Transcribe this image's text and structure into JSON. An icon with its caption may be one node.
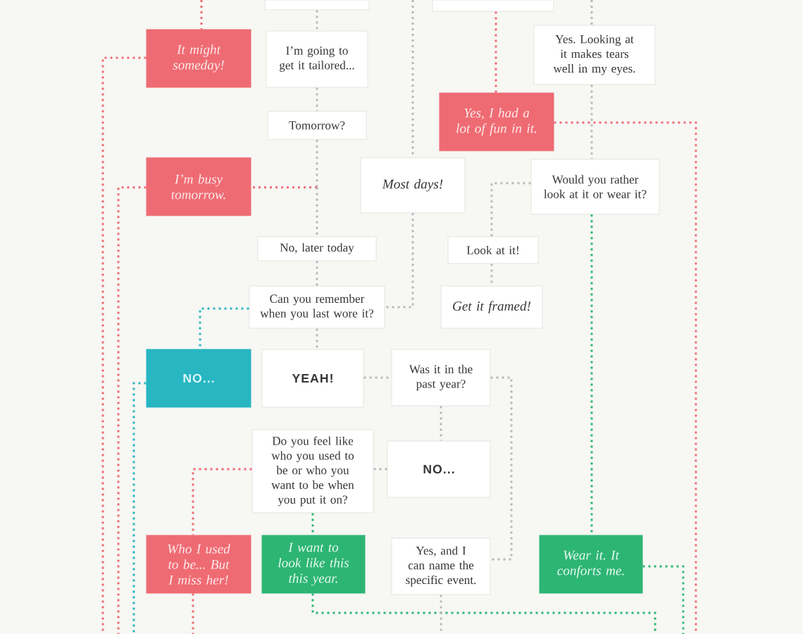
{
  "diagram": {
    "nodes": [
      {
        "text": [],
        "shape": "box"
      },
      {
        "text": [],
        "shape": "box"
      },
      {
        "text": [
          "It might someday!"
        ]
      },
      {
        "text": [
          "I’m going to get it tailored..."
        ]
      },
      {
        "text": [
          "Yes. Looking at it makes tears well in my eyes."
        ]
      },
      {
        "text": [
          "Yes, I had a lot of fun in it."
        ]
      },
      {
        "text": [
          "Tomorrow?"
        ]
      },
      {
        "text": [
          "I’m busy tomorrow."
        ]
      },
      {
        "text": [
          "Most days!"
        ]
      },
      {
        "text": [
          "Would you rather look at it or wear it?"
        ]
      },
      {
        "text": [
          "No, later today"
        ]
      },
      {
        "text": [
          "Look at it!"
        ]
      },
      {
        "text": [
          "Can you remember when you last wore it?"
        ]
      },
      {
        "text": [
          "Get it framed!"
        ]
      },
      {
        "text": [
          "NO..."
        ]
      },
      {
        "text": [
          "YEAH!"
        ]
      },
      {
        "text": [
          "Was it in the past year?"
        ]
      },
      {
        "text": [
          "Do you feel like who you used to be or who you want to be when you put it on?"
        ]
      },
      {
        "text": [
          "NO..."
        ]
      },
      {
        "text": [
          "Who I used to be... But I miss her!"
        ]
      },
      {
        "text": [
          "I want to look like this this year."
        ]
      },
      {
        "text": [
          "Yes, and I can name the specific event."
        ]
      },
      {
        "text": [
          "Wear it. It conforts me."
        ]
      }
    ],
    "edges": [
      {
        "from": null,
        "to": 2,
        "arrow": "none",
        "color": "#ef6b73"
      },
      {
        "from": 2,
        "to": null,
        "arrow": "none",
        "color": "#ef6b73"
      },
      {
        "from": 0,
        "to": 3,
        "arrow": "none"
      },
      {
        "from": 1,
        "to": 5,
        "arrow": "none",
        "color": "#ef6b73"
      },
      {
        "from": null,
        "to": 8,
        "arrow": "none"
      },
      {
        "from": null,
        "to": 4,
        "arrow": "none"
      },
      {
        "from": 3,
        "to": 6,
        "arrow": "none"
      },
      {
        "from": 4,
        "to": 9,
        "arrow": "none"
      },
      {
        "from": 5,
        "to": null,
        "arrow": "none",
        "color": "#ef6b73"
      },
      {
        "from": 6,
        "to": 7,
        "arrow": "none",
        "color": "#ef6b73"
      },
      {
        "from": 6,
        "to": 10,
        "arrow": "none"
      },
      {
        "from": 7,
        "to": null,
        "arrow": "none",
        "color": "#ef6b73"
      },
      {
        "from": 8,
        "to": 12,
        "arrow": "none"
      },
      {
        "from": 9,
        "to": 11,
        "arrow": "none"
      },
      {
        "from": 9,
        "to": 22,
        "arrow": "none",
        "color": "#2bb673"
      },
      {
        "from": 10,
        "to": 12,
        "arrow": "none"
      },
      {
        "from": 11,
        "to": 13,
        "arrow": "none"
      },
      {
        "from": 12,
        "to": 14,
        "arrow": "none",
        "color": "#2bb5c0"
      },
      {
        "from": 12,
        "to": 15,
        "arrow": "none"
      },
      {
        "from": 14,
        "to": null,
        "arrow": "none",
        "color": "#2bb5c0"
      },
      {
        "from": 15,
        "to": 16,
        "arrow": "none"
      },
      {
        "from": 16,
        "to": 18,
        "arrow": "none"
      },
      {
        "from": 16,
        "to": 21,
        "arrow": "none"
      },
      {
        "from": 18,
        "to": 17,
        "arrow": "none"
      },
      {
        "from": 17,
        "to": 19,
        "arrow": "none",
        "color": "#ef6b73"
      },
      {
        "from": 17,
        "to": 20,
        "arrow": "none",
        "color": "#2bb673"
      },
      {
        "from": 19,
        "to": null,
        "arrow": "none",
        "color": "#ef6b73"
      },
      {
        "from": 20,
        "to": null,
        "arrow": "none",
        "color": "#2bb673"
      },
      {
        "from": 21,
        "to": null,
        "arrow": "none"
      },
      {
        "from": 22,
        "to": null,
        "arrow": "none",
        "color": "#2bb673"
      }
    ]
  }
}
